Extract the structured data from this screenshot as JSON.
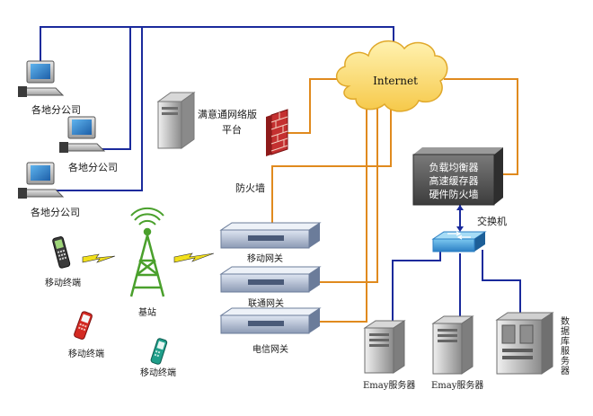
{
  "cloud": {
    "label": "Internet"
  },
  "branches": [
    {
      "label": "各地分公司"
    },
    {
      "label": "各地分公司"
    },
    {
      "label": "各地分公司"
    }
  ],
  "platform": {
    "line1": "满意通网络版",
    "line2": "平台"
  },
  "firewall_label": "防火墙",
  "appliance": {
    "lines": [
      "负载均衡器",
      "高速缓存器",
      "硬件防火墙"
    ]
  },
  "switch_label": "交换机",
  "gateways": [
    {
      "label": "移动网关"
    },
    {
      "label": "联通网关"
    },
    {
      "label": "电信网关"
    }
  ],
  "base_station": {
    "label": "基站"
  },
  "mobile_terminals": [
    {
      "label": "移动终端"
    },
    {
      "label": "移动终端"
    },
    {
      "label": "移动终端"
    }
  ],
  "servers": [
    {
      "label": "Emay服务器"
    },
    {
      "label": "Emay服务器"
    }
  ],
  "database_server": {
    "label": "数据库服务器"
  },
  "colors": {
    "wan_line": "#1a2a9c",
    "lan_line": "#e08a1e",
    "server_line": "#1a2a9c",
    "appliance_bg": "#5a5a5a",
    "appliance_text": "#ffffff",
    "cloud_fill": "#fde58a",
    "firewall_brick": "#c43030"
  }
}
